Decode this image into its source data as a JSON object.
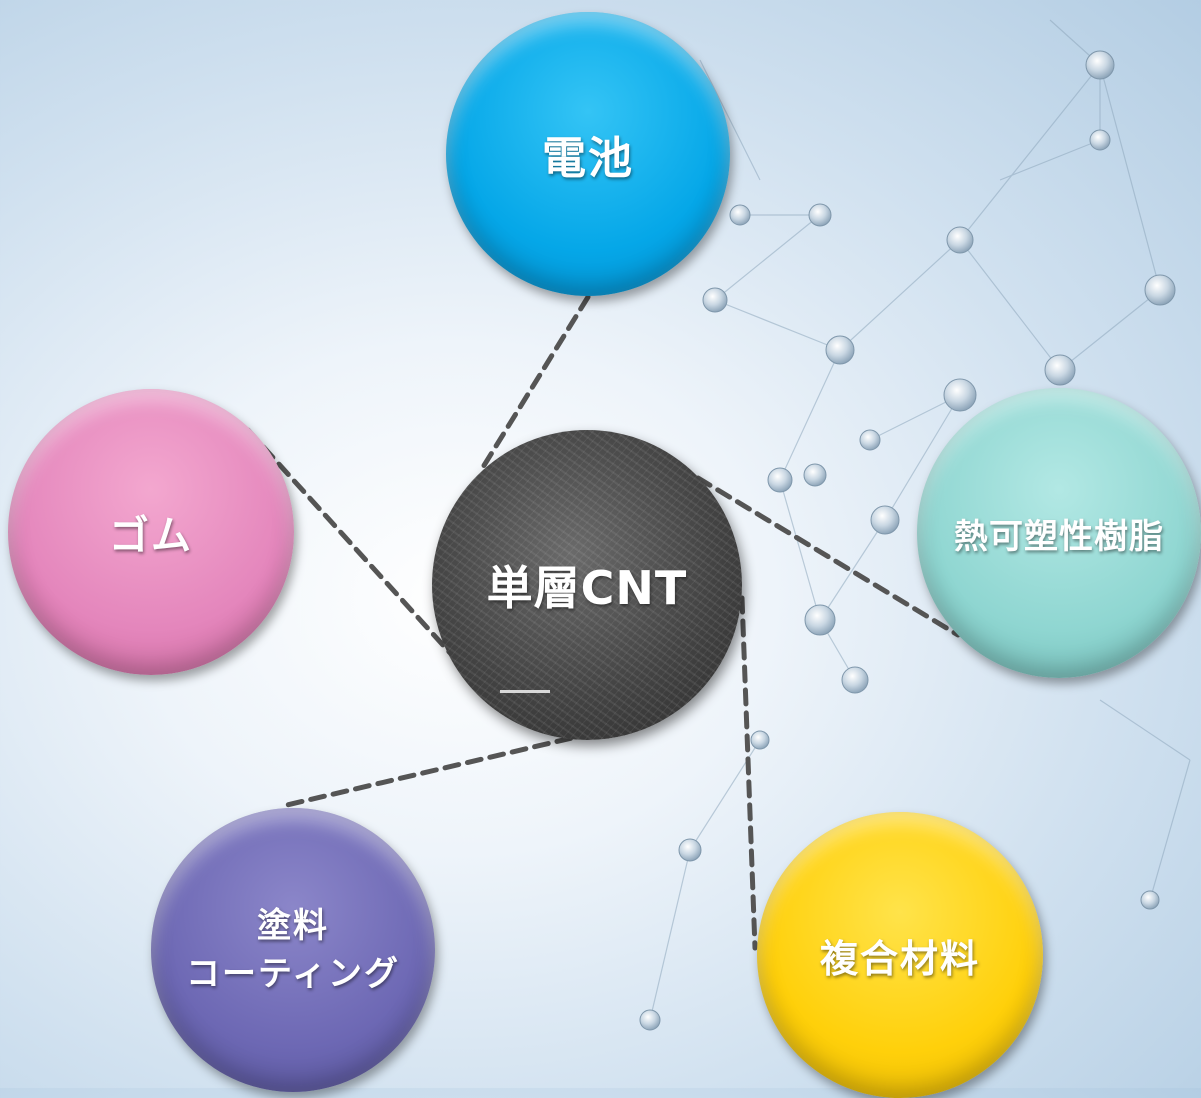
{
  "center": {
    "label": "単層CNT"
  },
  "applications": {
    "battery": "電池",
    "rubber": "ゴム",
    "thermoplastic": "熱可塑性樹脂",
    "paint_line1": "塗料",
    "paint_line2": "コーティング",
    "composite": "複合材料"
  },
  "colors": {
    "battery": "#05a7e8",
    "rubber": "#e486bc",
    "thermoplastic": "#8fd6d1",
    "paint": "#6d68b4",
    "composite": "#ffd00a",
    "connector": "#555555"
  }
}
